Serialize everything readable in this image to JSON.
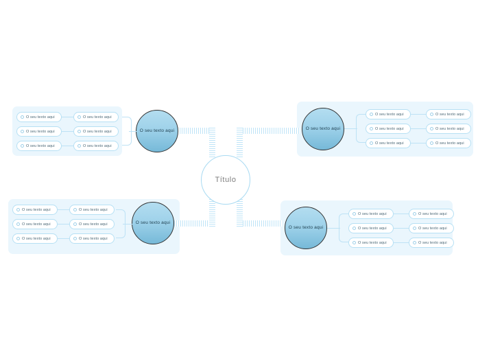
{
  "diagram": {
    "type": "mind-map",
    "center": {
      "label": "Título"
    },
    "colors": {
      "panel_background": "#eaf6fd",
      "node_border": "#333333",
      "node_gradient_top": "#b3ddf0",
      "node_gradient_bottom": "#76b9d8",
      "connector": "#bde2f5",
      "pill_border": "#b6e0f4",
      "pill_background": "#ffffff",
      "center_border": "#a8daf2",
      "center_text": "#7d7d7d",
      "canvas_background": "#ffffff"
    },
    "branches": [
      {
        "id": "top-left",
        "node_label": "O seu texto aqui",
        "rows": [
          {
            "outer": "O seu texto aqui",
            "inner": "O seu texto aqui"
          },
          {
            "outer": "O seu texto aqui",
            "inner": "O seu texto aqui"
          },
          {
            "outer": "O seu texto aqui",
            "inner": "O seu texto aqui"
          }
        ]
      },
      {
        "id": "top-right",
        "node_label": "O seu texto aqui",
        "rows": [
          {
            "inner": "O seu texto aqui",
            "outer": "O seu texto aqui"
          },
          {
            "inner": "O seu texto aqui",
            "outer": "O seu texto aqui"
          },
          {
            "inner": "O seu texto aqui",
            "outer": "O seu texto aqui"
          }
        ]
      },
      {
        "id": "bottom-left",
        "node_label": "O seu texto aqui",
        "rows": [
          {
            "outer": "O seu texto aqui",
            "inner": "O seu texto aqui"
          },
          {
            "outer": "O seu texto aqui",
            "inner": "O seu texto aqui"
          },
          {
            "outer": "O seu texto aqui",
            "inner": "O seu texto aqui"
          }
        ]
      },
      {
        "id": "bottom-right",
        "node_label": "O seu texto aqui",
        "rows": [
          {
            "inner": "O seu texto aqui",
            "outer": "O seu texto aqui"
          },
          {
            "inner": "O seu texto aqui",
            "outer": "O seu texto aqui"
          },
          {
            "inner": "O seu texto aqui",
            "outer": "O seu texto aqui"
          }
        ]
      }
    ]
  }
}
